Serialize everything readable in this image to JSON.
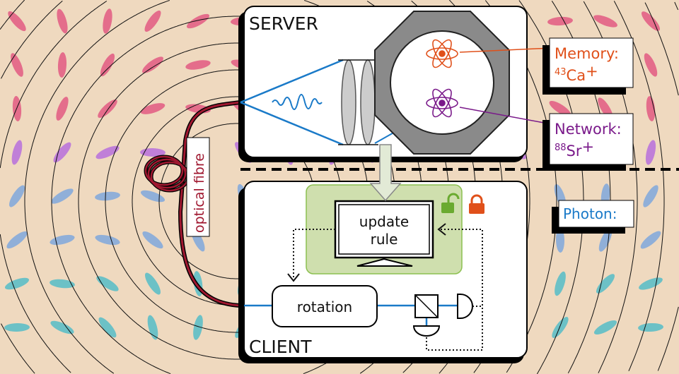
{
  "server": {
    "title": "SERVER"
  },
  "client": {
    "title": "CLIENT",
    "update_rule_line1": "update",
    "update_rule_line2": "rule",
    "rotation": "rotation"
  },
  "fibre": {
    "label": "optical fibre"
  },
  "labels": {
    "memory": {
      "title": "Memory:",
      "isotope": "43",
      "ion": "Ca",
      "charge": "+"
    },
    "network": {
      "title": "Network:",
      "isotope": "88",
      "ion": "Sr",
      "charge": "+"
    },
    "photon": {
      "title": "Photon:"
    }
  },
  "colors": {
    "background": "#efd9bf",
    "memory": "#e0501a",
    "network": "#7a1a8a",
    "photon": "#1a7ac8",
    "fibre": "#a01830",
    "green_region": "#cfdfae",
    "lock_open": "#6aaa30",
    "lock_closed": "#e0501a"
  }
}
